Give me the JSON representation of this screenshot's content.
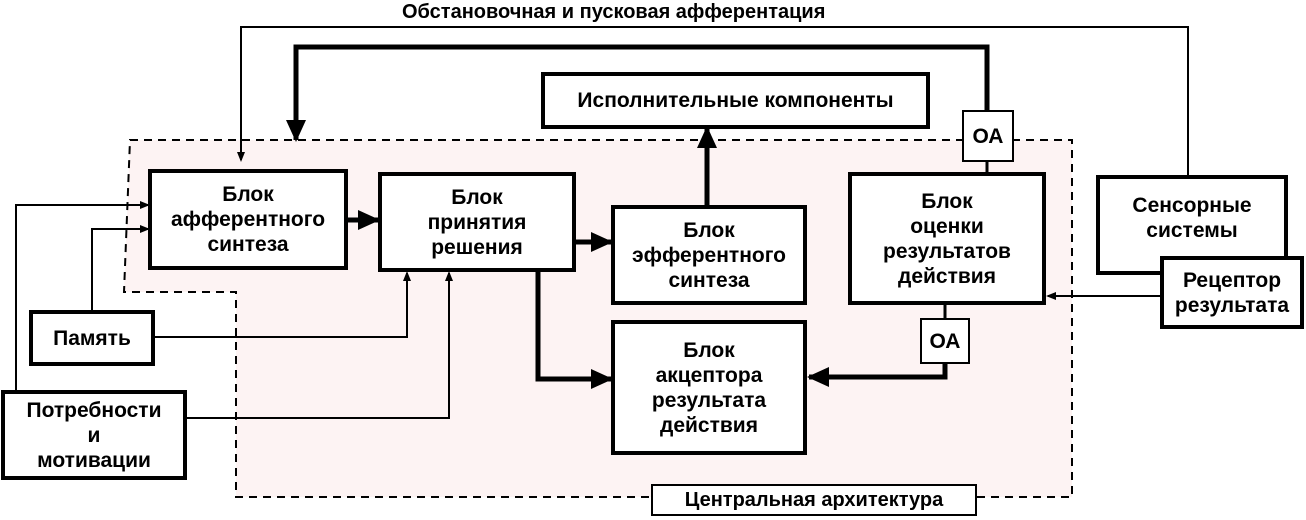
{
  "diagram": {
    "top_label": "Обстановочная и пусковая афферентация",
    "central_label": "Центральная архитектура",
    "nodes": {
      "executive": "Исполнительные компоненты",
      "afferent": "Блок\nафферентного\nсинтеза",
      "decision": "Блок\nпринятия\nрешения",
      "efferent": "Блок\nэфферентного\nсинтеза",
      "evaluation": "Блок\nоценки\nрезультатов\nдействия",
      "sensory": "Сенсорные\nсистемы",
      "receptor": "Рецептор\nрезультата",
      "memory": "Память",
      "needs": "Потребности\nи\nмотивации",
      "acceptor": "Блок\nакцептора\nрезультата\nдействия",
      "oa_top": "ОА",
      "oa_bottom": "ОА"
    },
    "colors": {
      "central_fill": "#fdf3f3",
      "line": "#000000"
    }
  }
}
